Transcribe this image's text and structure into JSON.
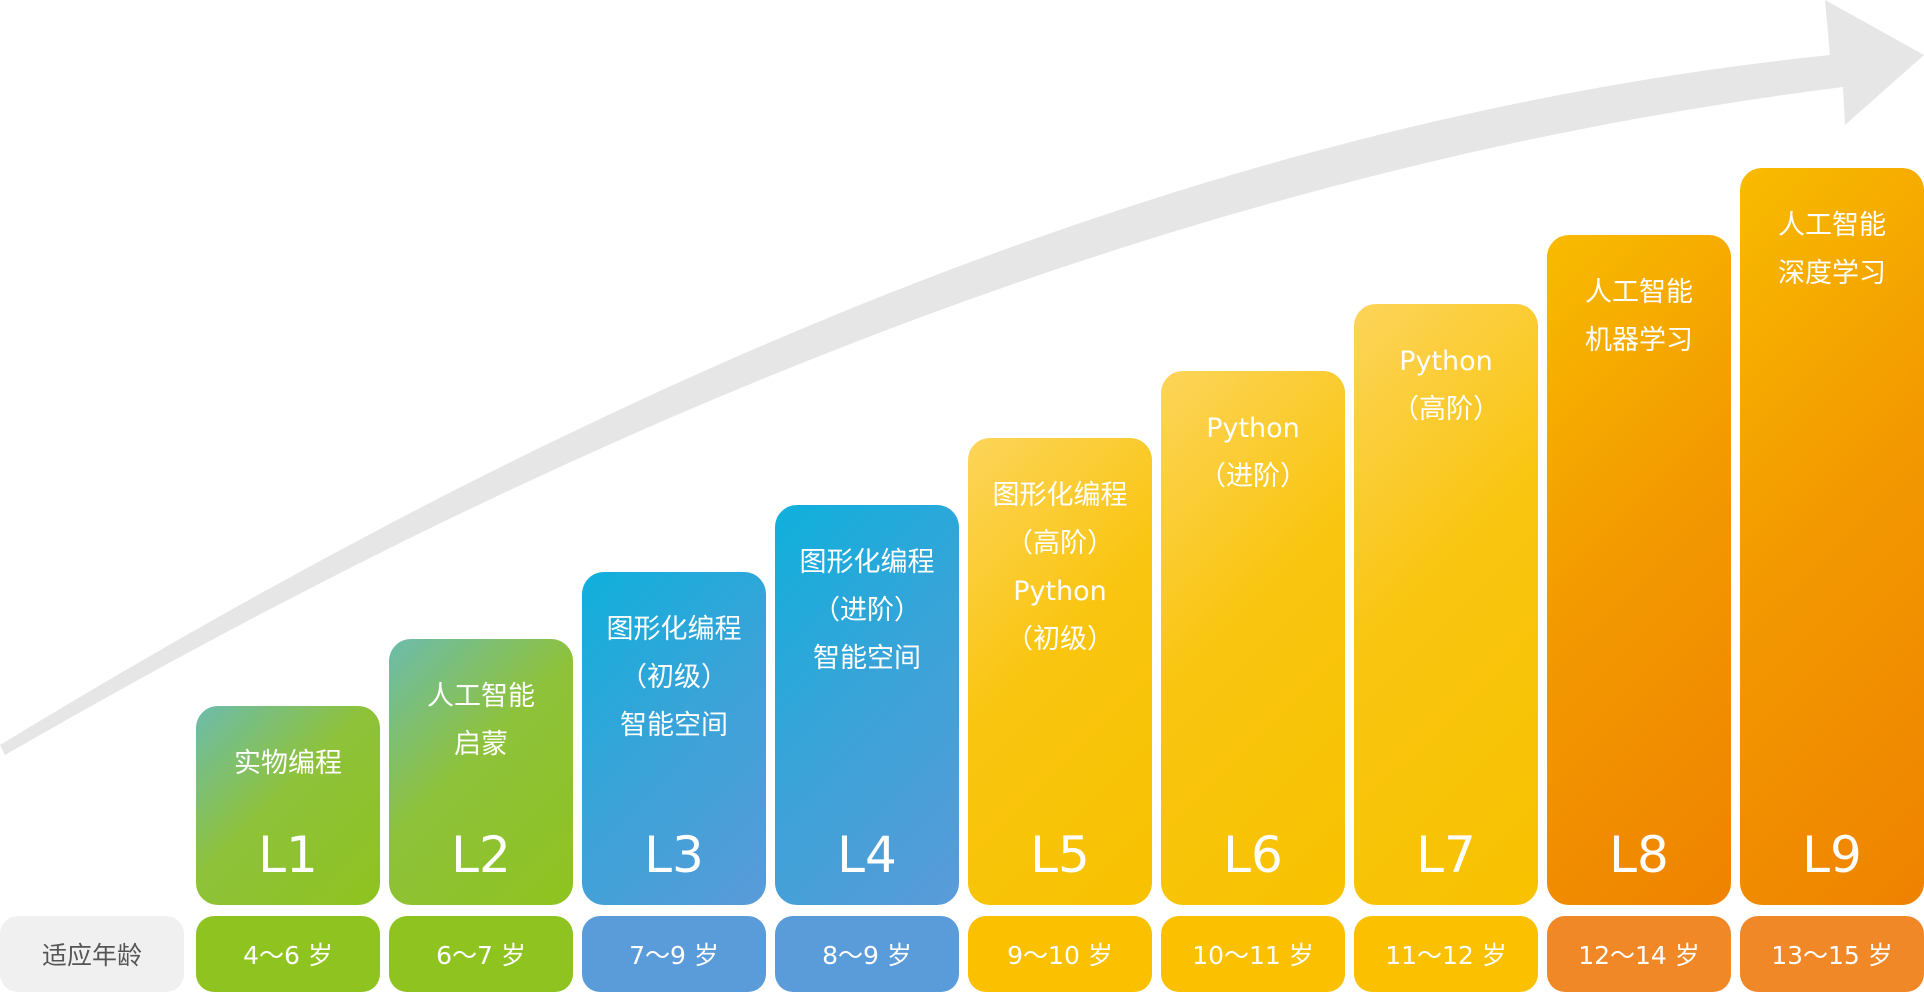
{
  "age_label": "适应年龄",
  "levels": [
    {
      "code": "L1",
      "topic_lines": [
        "实物编程"
      ],
      "age": "4～6 岁",
      "colors": [
        "#6cbcad",
        "#8ec23a",
        "#8fc31f"
      ]
    },
    {
      "code": "L2",
      "topic_lines": [
        "人工智能",
        "启蒙"
      ],
      "age": "6～7 岁",
      "colors": [
        "#6cbcad",
        "#8ec23a",
        "#8fc31f"
      ]
    },
    {
      "code": "L3",
      "topic_lines": [
        "图形化编程",
        "（初级）",
        "智能空间"
      ],
      "age": "7～9 岁",
      "colors": [
        "#0fb0dc",
        "#37a4d8",
        "#5a9bd9"
      ]
    },
    {
      "code": "L4",
      "topic_lines": [
        "图形化编程",
        "（进阶）",
        "智能空间"
      ],
      "age": "8～9 岁",
      "colors": [
        "#0fb0dc",
        "#37a4d8",
        "#5a9bd9"
      ]
    },
    {
      "code": "L5",
      "topic_lines": [
        "图形化编程",
        "（高阶）",
        "Python",
        "（初级）"
      ],
      "age": "9～10 岁",
      "colors": [
        "#fdd45a",
        "#f9c510",
        "#f8c200"
      ]
    },
    {
      "code": "L6",
      "topic_lines": [
        "Python",
        "（进阶）"
      ],
      "age": "10～11 岁",
      "colors": [
        "#fdd45a",
        "#f9c510",
        "#f8c200"
      ]
    },
    {
      "code": "L7",
      "topic_lines": [
        "Python",
        "（高阶）"
      ],
      "age": "11～12 岁",
      "colors": [
        "#fdd45a",
        "#f9c510",
        "#f8c200"
      ]
    },
    {
      "code": "L8",
      "topic_lines": [
        "人工智能",
        "机器学习"
      ],
      "age": "12～14 岁",
      "colors": [
        "#f8bb00",
        "#f39a00",
        "#ef8200"
      ]
    },
    {
      "code": "L9",
      "topic_lines": [
        "人工智能",
        "深度学习"
      ],
      "age": "13～15 岁",
      "colors": [
        "#f8bb00",
        "#f39a00",
        "#ef8200"
      ]
    }
  ],
  "arrow_color": "#e6e6e6",
  "age_colors": {
    "green": "#8fc31f",
    "blue": "#5a9bd9",
    "yellow": "#fbc000",
    "orange": "#f08828"
  }
}
